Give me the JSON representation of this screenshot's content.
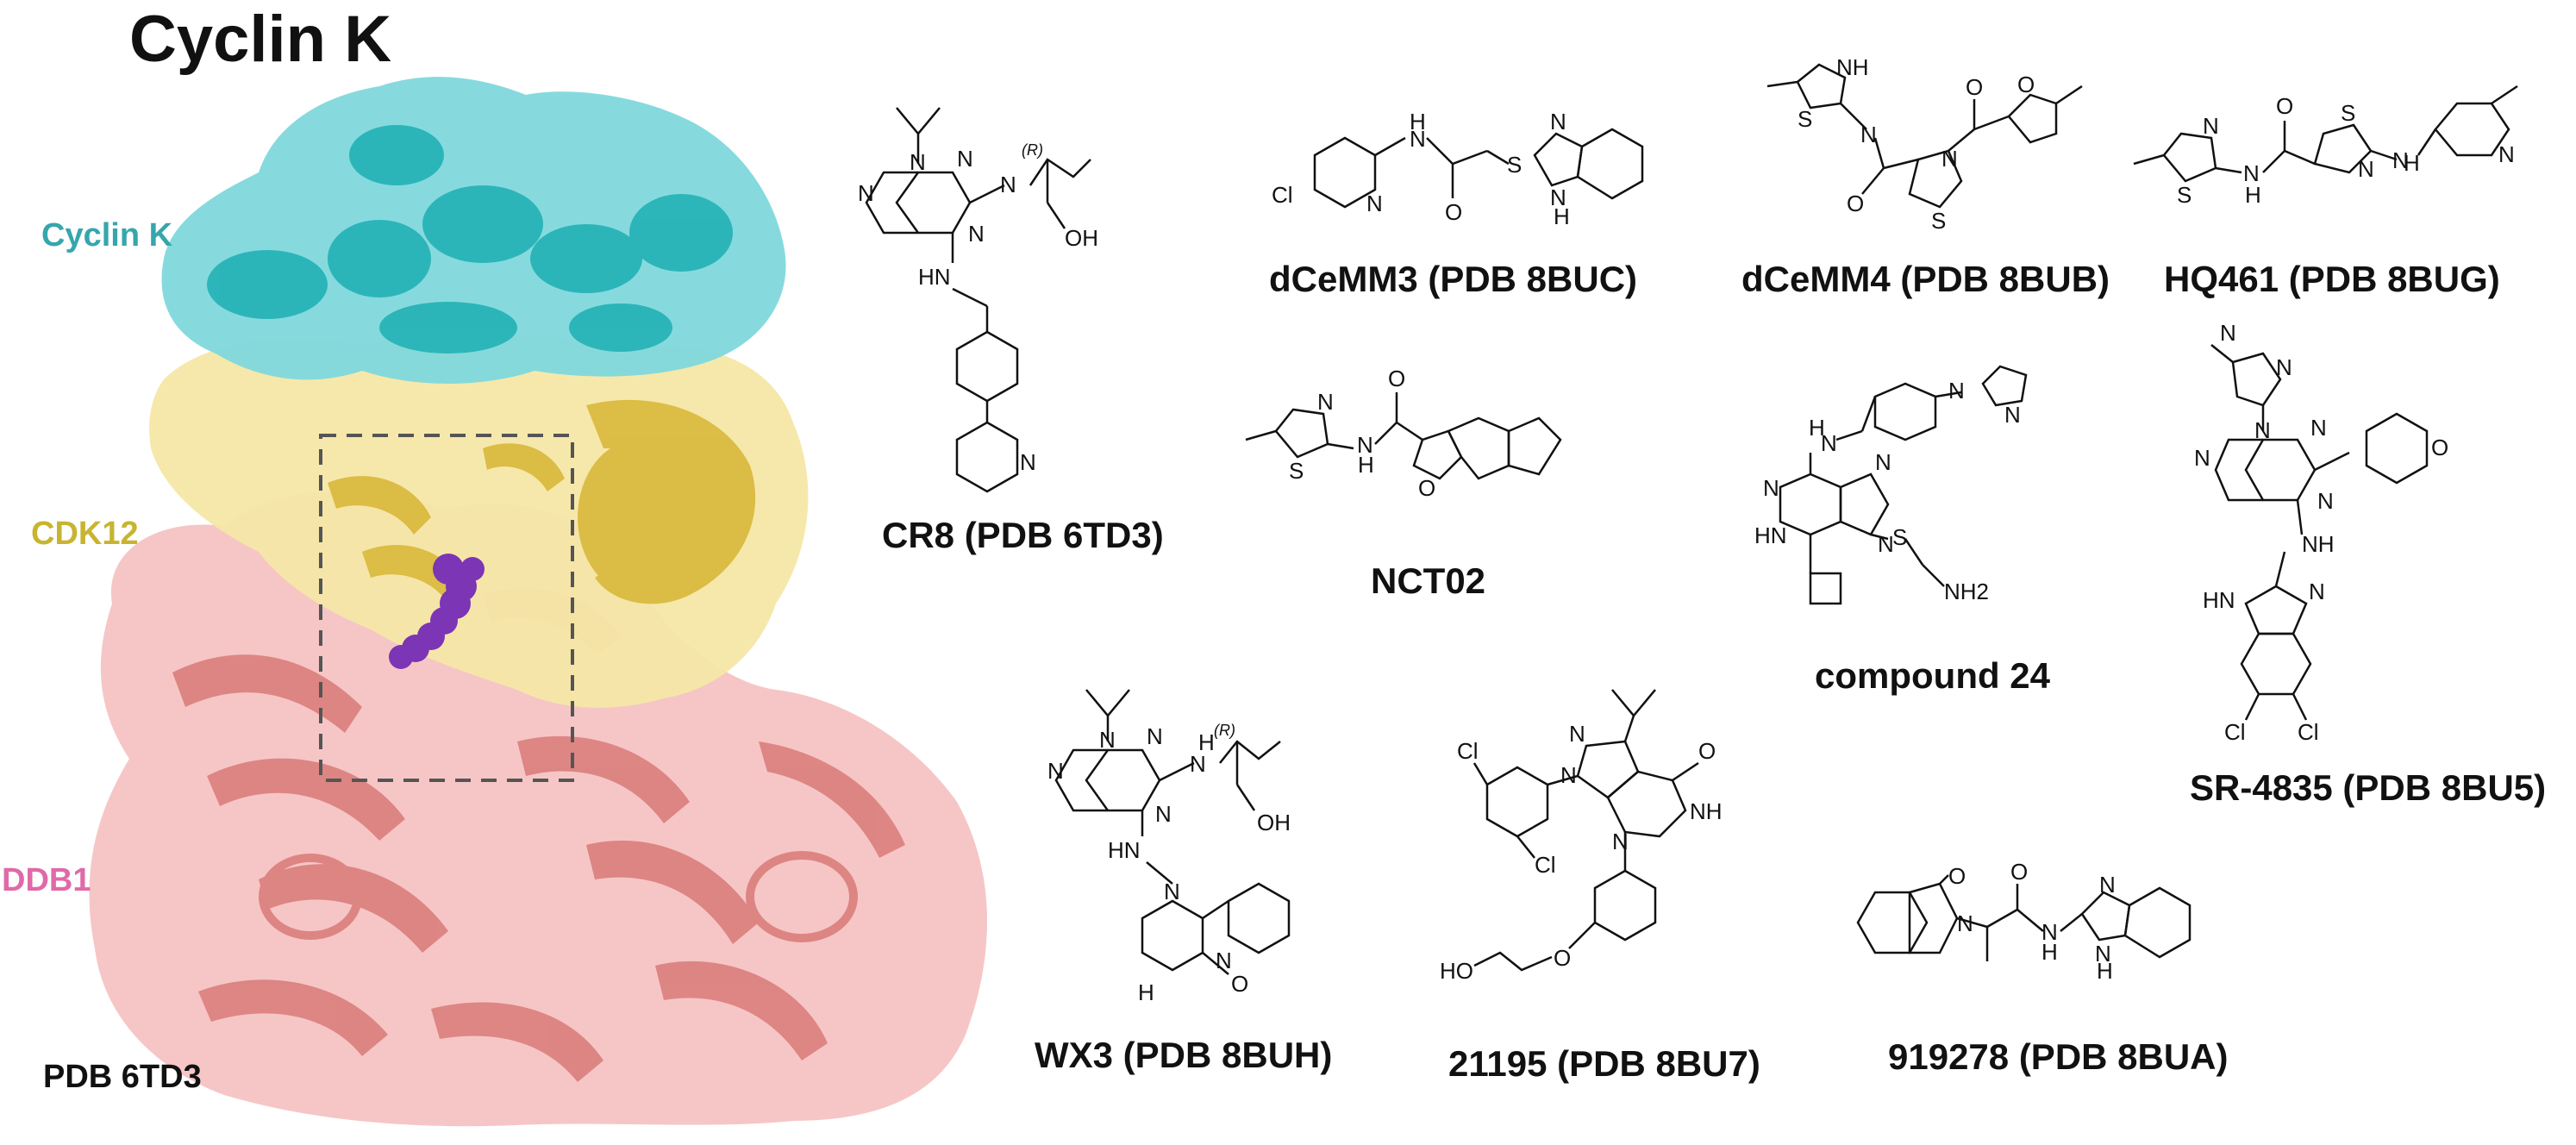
{
  "title": "Cyclin K",
  "protein_labels": {
    "cyclin_k": {
      "text": "Cyclin K",
      "color": "#36a6ad"
    },
    "cdk12": {
      "text": "CDK12",
      "color": "#c8b430"
    },
    "ddb1": {
      "text": "DDB1",
      "color": "#e06aa8"
    },
    "pdb": {
      "text": "PDB 6TD3",
      "color": "#111111"
    }
  },
  "colors": {
    "cyclin_k_surface": "#7fd8dc",
    "cyclin_k_ribbon": "#22b1b6",
    "cdk12_surface": "#f6e7a6",
    "cdk12_ribbon": "#d9b83a",
    "ddb1_surface": "#f5c3c3",
    "ddb1_ribbon": "#d97a78",
    "ligand": "#7b35b5"
  },
  "compounds": [
    {
      "id": "cr8",
      "label": "CR8 (PDB 6TD3)",
      "atoms": [
        "N",
        "N",
        "N",
        "N",
        "N",
        "(R)",
        "OH",
        "HN",
        "N"
      ]
    },
    {
      "id": "dcemm3",
      "label": "dCeMM3  (PDB 8BUC)",
      "atoms": [
        "Cl",
        "N",
        "H",
        "N",
        "O",
        "S",
        "N",
        "H",
        "N"
      ]
    },
    {
      "id": "dcemm4",
      "label": "dCeMM4 (PDB 8BUB)",
      "atoms": [
        "NH",
        "S",
        "N",
        "O",
        "N",
        "S",
        "O",
        "O"
      ]
    },
    {
      "id": "hq461",
      "label": "HQ461 (PDB 8BUG)",
      "atoms": [
        "N",
        "S",
        "N",
        "H",
        "O",
        "S",
        "N",
        "N",
        "H",
        "N"
      ]
    },
    {
      "id": "nct02",
      "label": "NCT02",
      "atoms": [
        "N",
        "S",
        "N",
        "H",
        "O",
        "O"
      ]
    },
    {
      "id": "cpd24",
      "label": "compound 24",
      "atoms": [
        "H",
        "N",
        "N",
        "N",
        "N",
        "N",
        "N",
        "HN",
        "S",
        "NH2"
      ]
    },
    {
      "id": "sr4835",
      "label": "SR-4835 (PDB 8BU5)",
      "atoms": [
        "N",
        "N",
        "N",
        "N",
        "N",
        "N",
        "O",
        "NH",
        "HN",
        "N",
        "Cl",
        "Cl"
      ]
    },
    {
      "id": "wx3",
      "label": "WX3 (PDB 8BUH)",
      "atoms": [
        "N",
        "N",
        "N",
        "N",
        "H",
        "N",
        "(R)",
        "OH",
        "HN",
        "N",
        "N",
        "H",
        "O"
      ]
    },
    {
      "id": "c21195",
      "label": "21195 (PDB 8BU7)",
      "atoms": [
        "Cl",
        "N",
        "N",
        "O",
        "NH",
        "N",
        "Cl",
        "HO",
        "O"
      ]
    },
    {
      "id": "c919278",
      "label": "919278 (PDB 8BUA)",
      "atoms": [
        "O",
        "N",
        "O",
        "N",
        "H",
        "N",
        "N",
        "H"
      ]
    }
  ]
}
